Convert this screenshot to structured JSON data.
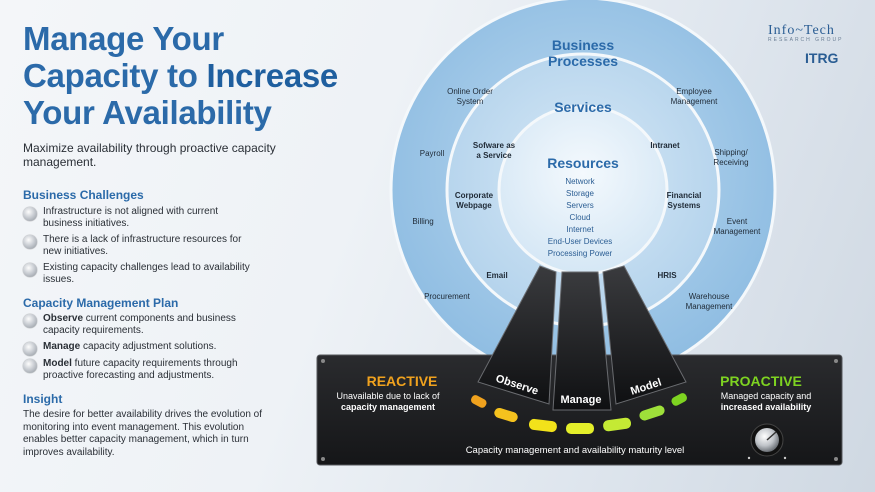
{
  "header": {
    "title_line1": "Manage Your",
    "title_line2a": "Capacity to",
    "title_line2b": "Increase",
    "title_line3": "Your Availability",
    "subtitle": "Maximize availability through proactive capacity management."
  },
  "logos": {
    "infotech": "Info~Tech",
    "infotech_sub": "RESEARCH GROUP",
    "itrg": "ITRG"
  },
  "challenges": {
    "heading": "Business Challenges",
    "items": [
      "Infrastructure is not aligned with current business initiatives.",
      "There is a lack of infrastructure resources for new initiatives.",
      "Existing capacity challenges lead to availability issues."
    ]
  },
  "plan": {
    "heading": "Capacity Management Plan",
    "items": [
      {
        "bold": "Observe",
        "rest": " current components and business capacity requirements."
      },
      {
        "bold": "Manage",
        "rest": " capacity adjustment solutions."
      },
      {
        "bold": "Model",
        "rest": " future capacity requirements through proactive forecasting and adjustments."
      }
    ]
  },
  "insight": {
    "heading": "Insight",
    "text": "The desire for better availability drives the evolution of monitoring into event management. This evolution enables better capacity management, which in turn improves availability."
  },
  "diagram": {
    "outer_title_1": "Business",
    "outer_title_2": "Processes",
    "outer_items": {
      "online_order_1": "Online Order",
      "online_order_2": "System",
      "employee_1": "Employee",
      "employee_2": "Management",
      "payroll": "Payroll",
      "shipping_1": "Shipping/",
      "shipping_2": "Receiving",
      "billing": "Billing",
      "event_1": "Event",
      "event_2": "Management",
      "procurement": "Procurement",
      "warehouse_1": "Warehouse",
      "warehouse_2": "Management"
    },
    "middle_title": "Services",
    "middle_items": {
      "saas_1": "Sofware as",
      "saas_2": "a Service",
      "intranet": "Intranet",
      "corp_1": "Corporate",
      "corp_2": "Webpage",
      "fin_1": "Financial",
      "fin_2": "Systems",
      "email": "Email",
      "hris": "HRIS"
    },
    "inner_title": "Resources",
    "resources": [
      "Network",
      "Storage",
      "Servers",
      "Cloud",
      "Internet",
      "End-User Devices",
      "Processing Power"
    ],
    "stages": [
      "Observe",
      "Manage",
      "Model"
    ]
  },
  "panel": {
    "reactive_title": "REACTIVE",
    "reactive_line1": "Unavailable due to lack of",
    "reactive_line2": "capacity management",
    "proactive_title": "PROACTIVE",
    "proactive_line1": "Managed capacity and",
    "proactive_line2": "increased availability",
    "caption": "Capacity management and availability maturity level"
  },
  "colors": {
    "accent_blue": "#2b6aa9",
    "reactive": "#f0a21e",
    "proactive": "#7ed321",
    "panel_dark": "#1e1f22"
  }
}
